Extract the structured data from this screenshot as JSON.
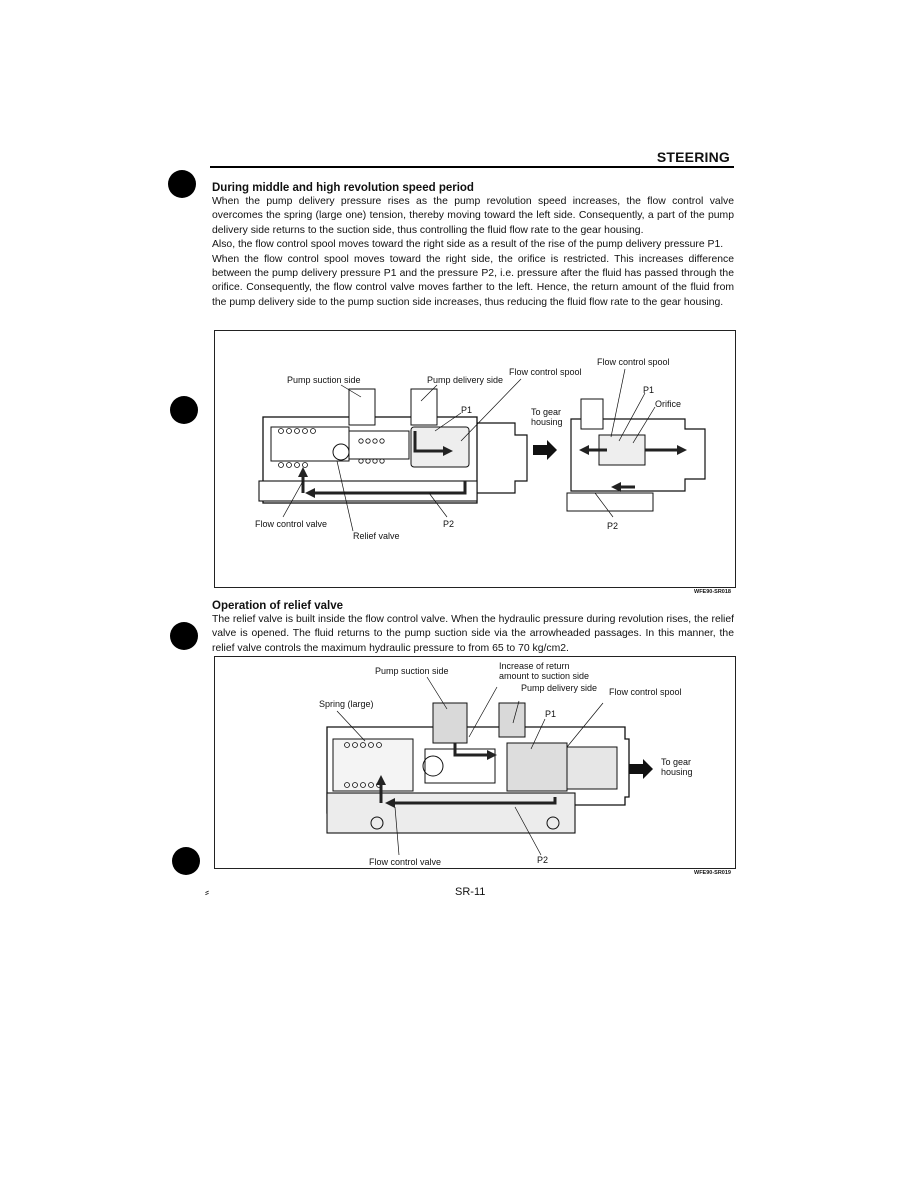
{
  "header": {
    "section_title": "STEERING"
  },
  "section1": {
    "heading": "During middle and high revolution speed period",
    "paragraphs": [
      "When the pump delivery pressure rises as the pump revolution speed increases, the flow control valve overcomes the spring (large one) tension, thereby moving toward the left side. Consequently, a part of the pump delivery side returns to the suction side, thus controlling the fluid flow rate to the gear housing.",
      "Also, the flow control spool moves toward the right side as a result of the rise of the pump delivery pressure P1.",
      "When the flow control spool moves toward the right side, the orifice is restricted. This increases difference between the pump delivery pressure P1 and the pressure P2, i.e. pressure after the fluid has passed through the orifice. Consequently, the flow control valve moves farther to the left. Hence, the return amount of the fluid from the pump delivery side to the pump suction side increases, thus reducing the fluid flow rate to the gear housing."
    ]
  },
  "figure1": {
    "labels": {
      "flow_control_spool_top": "Flow control spool",
      "flow_control_spool": "Flow control spool",
      "pump_suction_side": "Pump suction side",
      "pump_delivery_side": "Pump delivery side",
      "p1_left": "P1",
      "p1_right": "P1",
      "orifice": "Orifice",
      "to_gear": "To gear",
      "housing": "housing",
      "flow_control_valve": "Flow control valve",
      "p2_left": "P2",
      "p2_right": "P2",
      "relief_valve": "Relief valve"
    },
    "code": "WFE90-SR018"
  },
  "section2": {
    "heading": "Operation of relief valve",
    "paragraphs": [
      "The relief valve is built inside the flow control valve. When the hydraulic pressure during revolution rises, the relief valve is opened. The fluid returns to the pump suction side via the arrowheaded passages. In this manner, the relief valve controls the maximum hydraulic pressure to from 65 to 70 kg/cm2."
    ]
  },
  "figure2": {
    "labels": {
      "pump_suction_side": "Pump suction side",
      "increase_of_return": "Increase of return",
      "amount_to_suction": "amount to suction side",
      "pump_delivery_side": "Pump delivery side",
      "flow_control_spool": "Flow control spool",
      "spring_large": "Spring (large)",
      "p1": "P1",
      "to_gear": "To gear",
      "housing": "housing",
      "flow_control_valve": "Flow control valve",
      "p2": "P2"
    },
    "code": "WFE90-SR019"
  },
  "footer": {
    "page_number": "SR-11"
  }
}
